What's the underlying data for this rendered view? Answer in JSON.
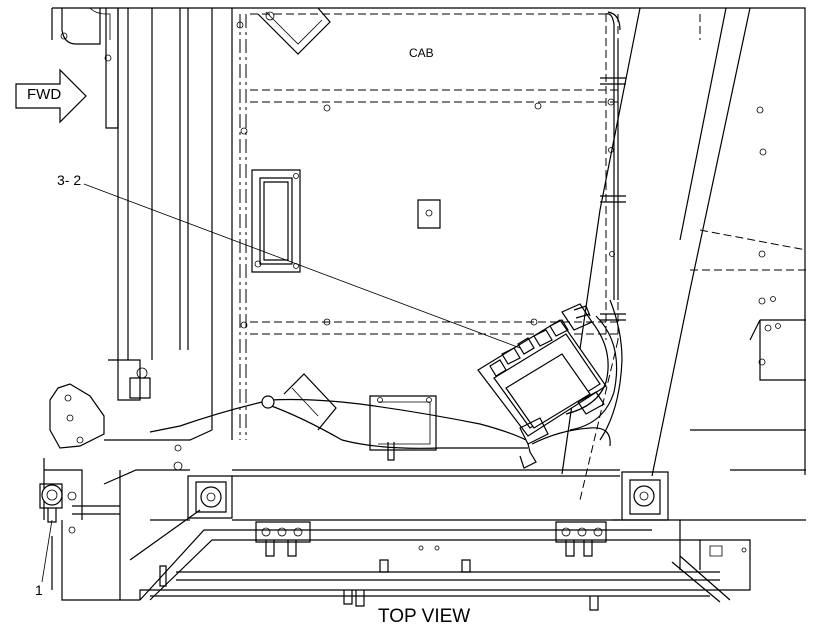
{
  "labels": {
    "cab": "CAB",
    "forward_arrow": "FWD",
    "callout_module": "3- 2",
    "callout_part": "1",
    "view_title": "TOP VIEW"
  }
}
